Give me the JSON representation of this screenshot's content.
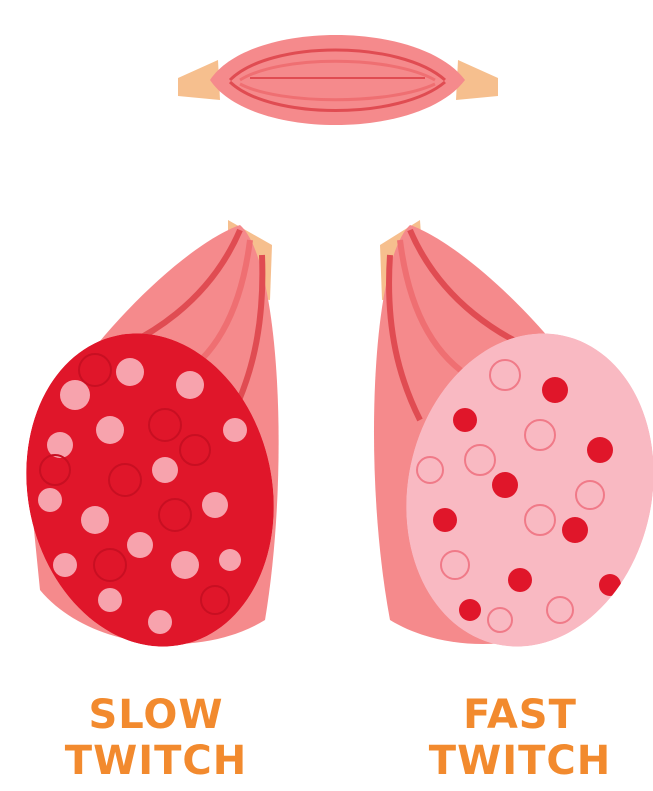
{
  "colors": {
    "label": "#f28a2e",
    "tendon": "#f6bf8e",
    "muscle_light": "#f58a8c",
    "muscle_mid": "#ef6f72",
    "muscle_dark": "#e04c52",
    "slow_fiber_dark": "#e0162a",
    "slow_fiber_light": "#f7a3ad",
    "fast_fiber_light": "#f9b9c2",
    "fast_fiber_dark": "#e0162a"
  },
  "icons": {
    "top_muscle": "whole-muscle-icon",
    "slow_bundle": "slow-twitch-fiber-bundle-icon",
    "fast_bundle": "fast-twitch-fiber-bundle-icon"
  },
  "labels": {
    "slow": {
      "line1": "SLOW",
      "line2": "TWITCH"
    },
    "fast": {
      "line1": "FAST",
      "line2": "TWITCH"
    }
  }
}
